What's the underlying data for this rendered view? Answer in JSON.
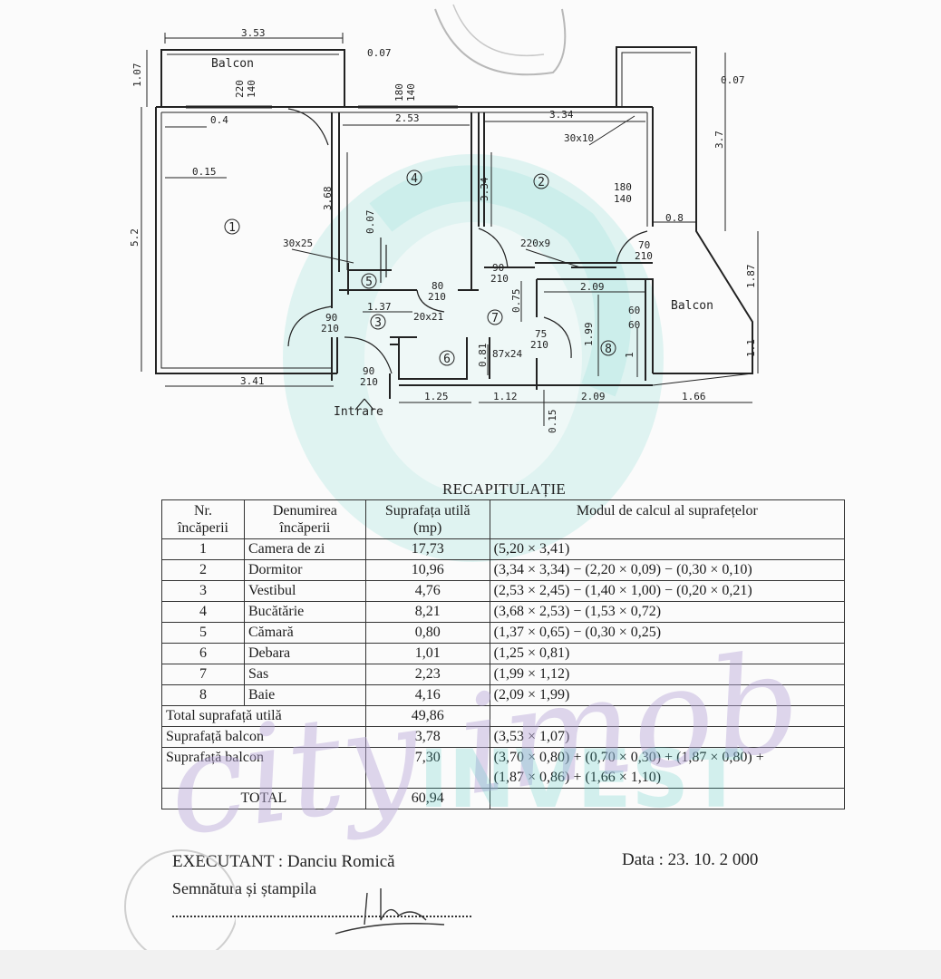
{
  "plan": {
    "room_labels": [
      "1",
      "2",
      "3",
      "4",
      "5",
      "6",
      "7",
      "8"
    ],
    "balcony_label": "Balcon",
    "entrance_label": "Intrare",
    "dims": {
      "top_width": "3.53",
      "top_gap": "0.07",
      "left_balcony": "1.07",
      "left_height": "5.2",
      "bottom_left": "3.41",
      "d_040": "0.4",
      "d_015": "0.15",
      "kitchen_w": "2.53",
      "bedroom_w": "3.34",
      "vent": "30x10",
      "kitchen_h": "3.68",
      "kitchen_h2": "3.34",
      "d_007b": "0.07",
      "d_30x25": "30x25",
      "d_137": "1.37",
      "d_20x21": "20x21",
      "d_220x9": "220x9",
      "d_209": "2.09",
      "d_075": "0.75",
      "d_199": "1.99",
      "d_1": "1",
      "d_081": "0.81",
      "d_87x24": "87x24",
      "d_125": "1.25",
      "d_112": "1.12",
      "d_209b": "2.09",
      "d_166": "1.66",
      "d_015b": "0.15",
      "right_37": "3.7",
      "right_007": "0.07",
      "right_08": "0.8",
      "right_187": "1.87",
      "right_11": "1.1"
    },
    "openings": {
      "w220": "220",
      "w140a": "140",
      "w180a": "180",
      "w140b": "140",
      "w180b": "180",
      "w140c": "140",
      "d70": "70",
      "d210a": "210",
      "d80": "80",
      "d210b": "210",
      "d90a": "90",
      "d210c": "210",
      "d90b": "90",
      "d210d": "210",
      "d90c": "90",
      "d210e": "210",
      "d75": "75",
      "d210f": "210",
      "d60a": "60",
      "d60b": "60"
    }
  },
  "recap": {
    "title": "RECAPITULAȚIE",
    "headers": {
      "nr1": "Nr.",
      "nr2": "încăperii",
      "den1": "Denumirea",
      "den2": "încăperii",
      "sup1": "Suprafața utilă",
      "sup2": "(mp)",
      "mod": "Modul de calcul al suprafețelor"
    },
    "rows": [
      {
        "nr": "1",
        "name": "Camera de zi",
        "area": "17,73",
        "calc": "(5,20 × 3,41)"
      },
      {
        "nr": "2",
        "name": "Dormitor",
        "area": "10,96",
        "calc": "(3,34 × 3,34) − (2,20 × 0,09) − (0,30 × 0,10)"
      },
      {
        "nr": "3",
        "name": "Vestibul",
        "area": "4,76",
        "calc": "(2,53 × 2,45) − (1,40 × 1,00) − (0,20 × 0,21)"
      },
      {
        "nr": "4",
        "name": "Bucătărie",
        "area": "8,21",
        "calc": "(3,68 × 2,53) − (1,53 × 0,72)"
      },
      {
        "nr": "5",
        "name": "Cămară",
        "area": "0,80",
        "calc": "(1,37 × 0,65) − (0,30 × 0,25)"
      },
      {
        "nr": "6",
        "name": "Debara",
        "area": "1,01",
        "calc": "(1,25 × 0,81)"
      },
      {
        "nr": "7",
        "name": "Sas",
        "area": "2,23",
        "calc": "(1,99 × 1,12)"
      },
      {
        "nr": "8",
        "name": "Baie",
        "area": "4,16",
        "calc": "(2,09 × 1,99)"
      }
    ],
    "total_useful_label": "Total suprafață utilă",
    "total_useful": "49,86",
    "balcony1_label": "Suprafață balcon",
    "balcony1": "3,78",
    "balcony1_calc": "(3,53 × 1,07)",
    "balcony2_label": "Suprafață balcon",
    "balcony2": "7,30",
    "balcony2_calc1": "(3,70 × 0,80) + (0,70 × 0,30) + (1,87 × 0,80) +",
    "balcony2_calc2": "(1,87 × 0,86) + (1,66 × 1,10)",
    "total_label": "TOTAL",
    "total": "60,94"
  },
  "footer": {
    "executant": "EXECUTANT  :  Danciu Romică",
    "signature": "Semnătura și ștampila",
    "date": "Data :   23. 10. 2 000"
  },
  "watermark": {
    "script_text": "city imob",
    "block_text": "INVEST",
    "color": "#45c6c0",
    "script_color": "#b9a9d9"
  }
}
